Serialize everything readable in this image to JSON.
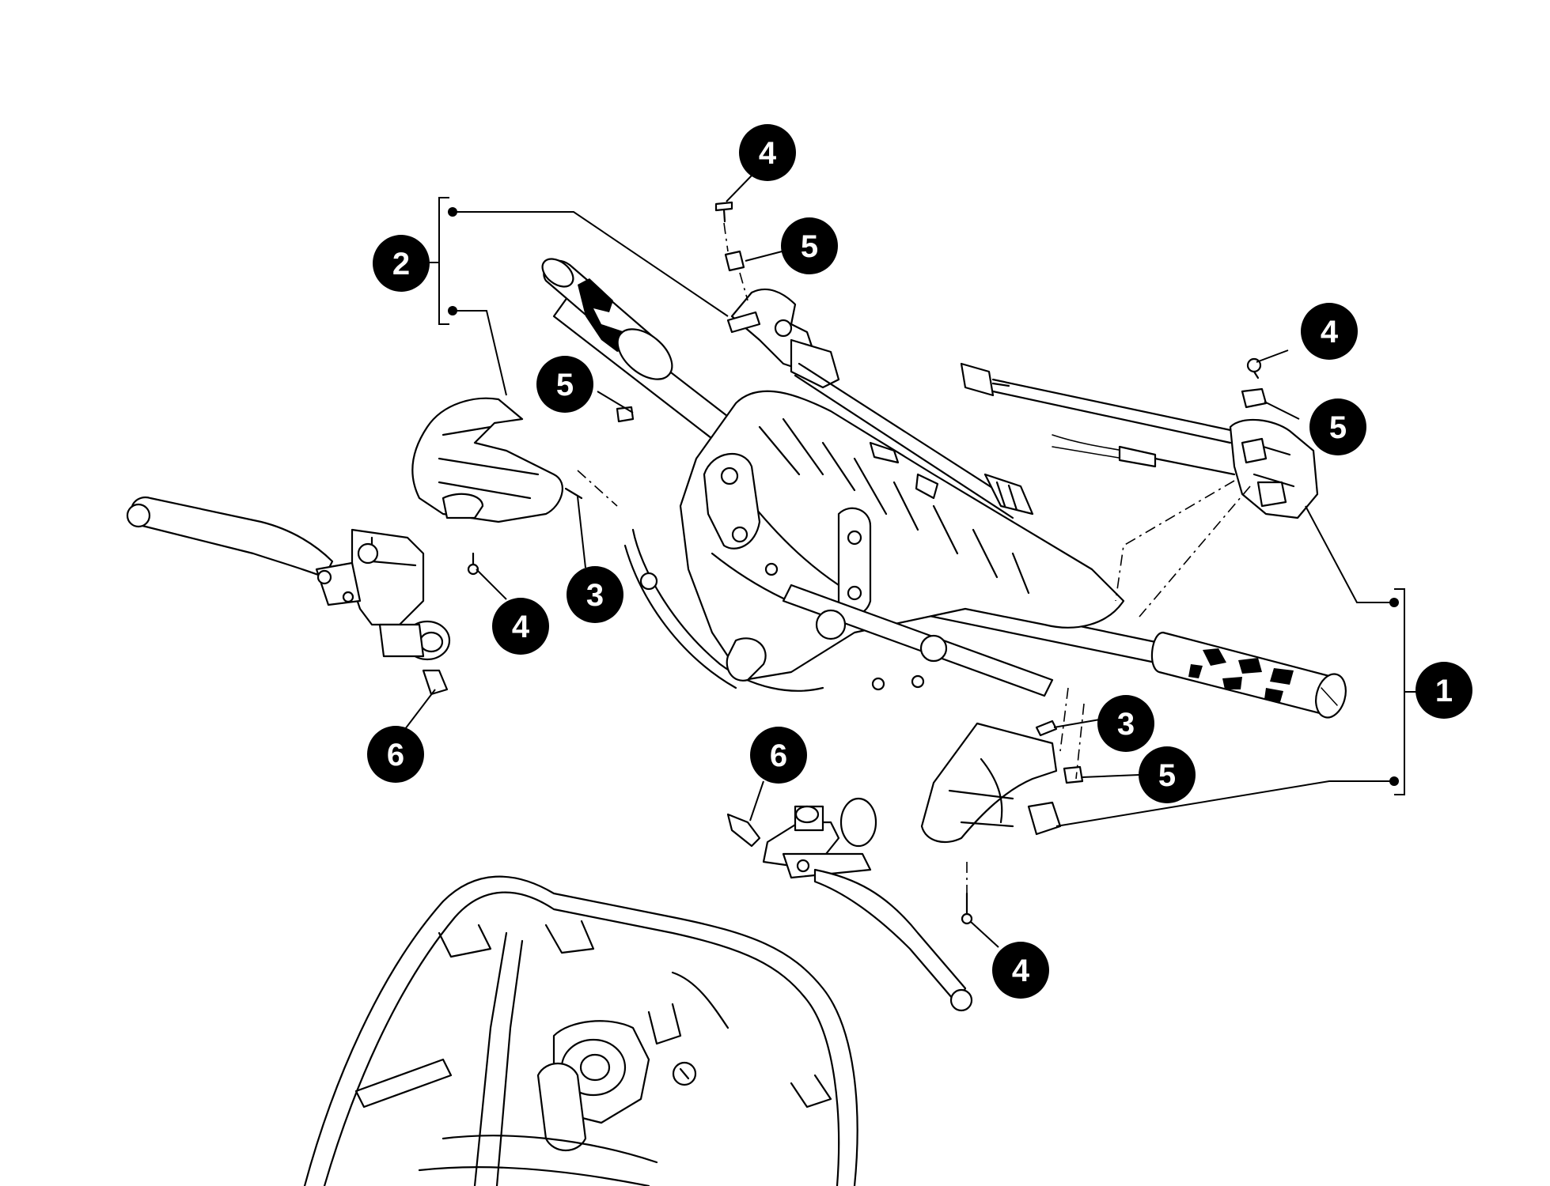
{
  "callouts": [
    {
      "id": "c1",
      "label": "1"
    },
    {
      "id": "c2",
      "label": "2"
    },
    {
      "id": "c3a",
      "label": "3"
    },
    {
      "id": "c3b",
      "label": "3"
    },
    {
      "id": "c4a",
      "label": "4"
    },
    {
      "id": "c4b",
      "label": "4"
    },
    {
      "id": "c4c",
      "label": "4"
    },
    {
      "id": "c4d",
      "label": "4"
    },
    {
      "id": "c5a",
      "label": "5"
    },
    {
      "id": "c5b",
      "label": "5"
    },
    {
      "id": "c5c",
      "label": "5"
    },
    {
      "id": "c5d",
      "label": "5"
    },
    {
      "id": "c6a",
      "label": "6"
    },
    {
      "id": "c6b",
      "label": "6"
    }
  ]
}
